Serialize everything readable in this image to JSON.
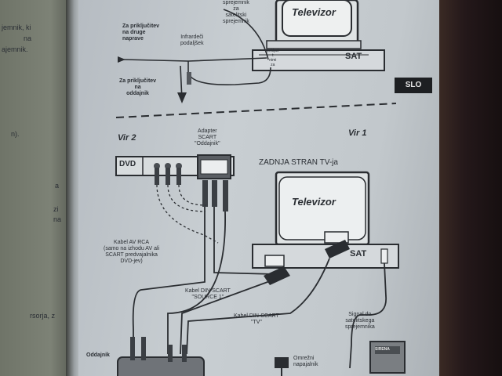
{
  "left_page": {
    "lines": [
      "jemnik, ki",
      "na",
      "ajemnik.",
      "n).",
      "a",
      "zi",
      "na",
      "rsorja, z"
    ]
  },
  "badge": "SLO",
  "top_diagram": {
    "tv_label": "Televizor",
    "sat_label": "SAT",
    "to_other_receivers": "Za priključitev\nna druge\nnaprave",
    "ir_extender": "Infrardeči\npodaljšek",
    "to_receiver_top": "sprejemnik\nza\nsatelitski\nsprejemnik",
    "receiver_note": "priključ\nt\nnimi\nza",
    "to_decoder": "Za priključitev\nna\noddajnik"
  },
  "bottom_diagram": {
    "source2": "Vir 2",
    "source1": "Vir 1",
    "dvd_label": "DVD",
    "adapter_label": "Adapter\nSCART\n\"Oddajnik\"",
    "rear_tv_title": "ZADNJA STRAN TV-ja",
    "tv_label": "Televizor",
    "sat_label": "SAT",
    "cable_av_rca": "Kabel AV RCA\n(samo na izhodu AV ali\nSCART predvajalnika\nDVD-jev)",
    "cable_din_scart_source": "Kabel DIN-SCART\n\"SOURCE 1\"",
    "cable_din_scart_tv": "Kabel DIN-SCART\n\"TV\"",
    "signal_label": "Signal do\nsatelitskega\nsprejemnika",
    "antenna_label": "Omrežni\nnapajalnik",
    "transmitter_label": "Oddajnik",
    "dish_label": "SIRENA"
  }
}
